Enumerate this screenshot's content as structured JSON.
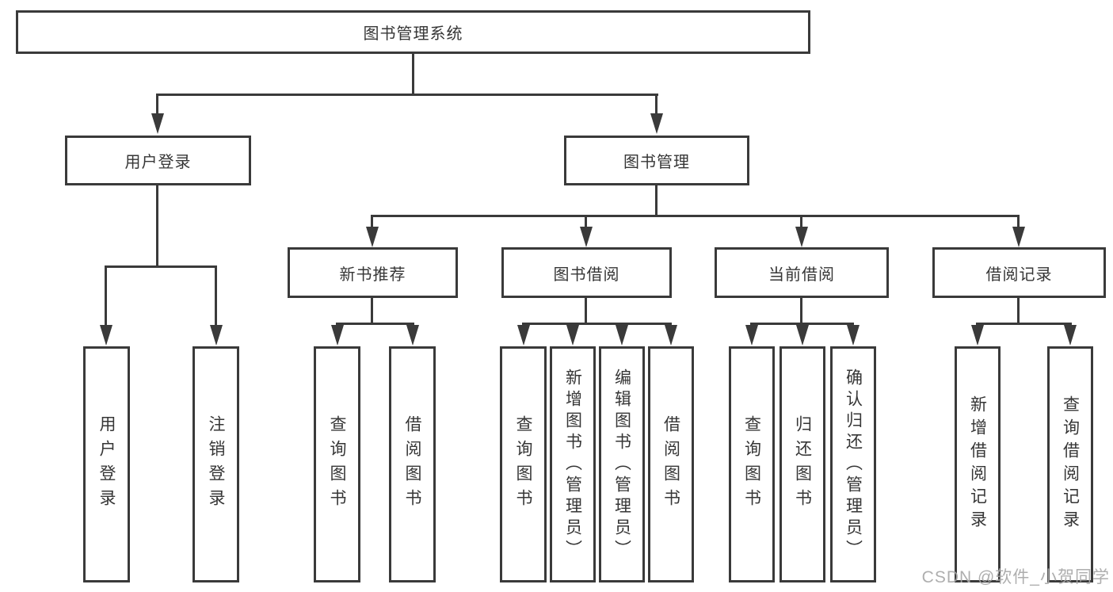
{
  "tree": {
    "label": "图书管理系统",
    "children": [
      {
        "label": "用户登录",
        "children": [
          {
            "label": "用户登录"
          },
          {
            "label": "注销登录"
          }
        ]
      },
      {
        "label": "图书管理",
        "children": [
          {
            "label": "新书推荐",
            "children": [
              {
                "label": "查询图书"
              },
              {
                "label": "借阅图书"
              }
            ]
          },
          {
            "label": "图书借阅",
            "children": [
              {
                "label": "查询图书"
              },
              {
                "label": "新增图书（管理员）"
              },
              {
                "label": "编辑图书（管理员）"
              },
              {
                "label": "借阅图书"
              }
            ]
          },
          {
            "label": "当前借阅",
            "children": [
              {
                "label": "查询图书"
              },
              {
                "label": "归还图书"
              },
              {
                "label": "确认归还（管理员）"
              }
            ]
          },
          {
            "label": "借阅记录",
            "children": [
              {
                "label": "新增借阅记录"
              },
              {
                "label": "查询借阅记录"
              }
            ]
          }
        ]
      }
    ]
  },
  "watermark": {
    "text": "CSDN @软件_小贺同学"
  },
  "colors": {
    "line": "#3a3a3a",
    "text": "#363636",
    "watermark": "#a8a8a8",
    "background": "#ffffff"
  }
}
